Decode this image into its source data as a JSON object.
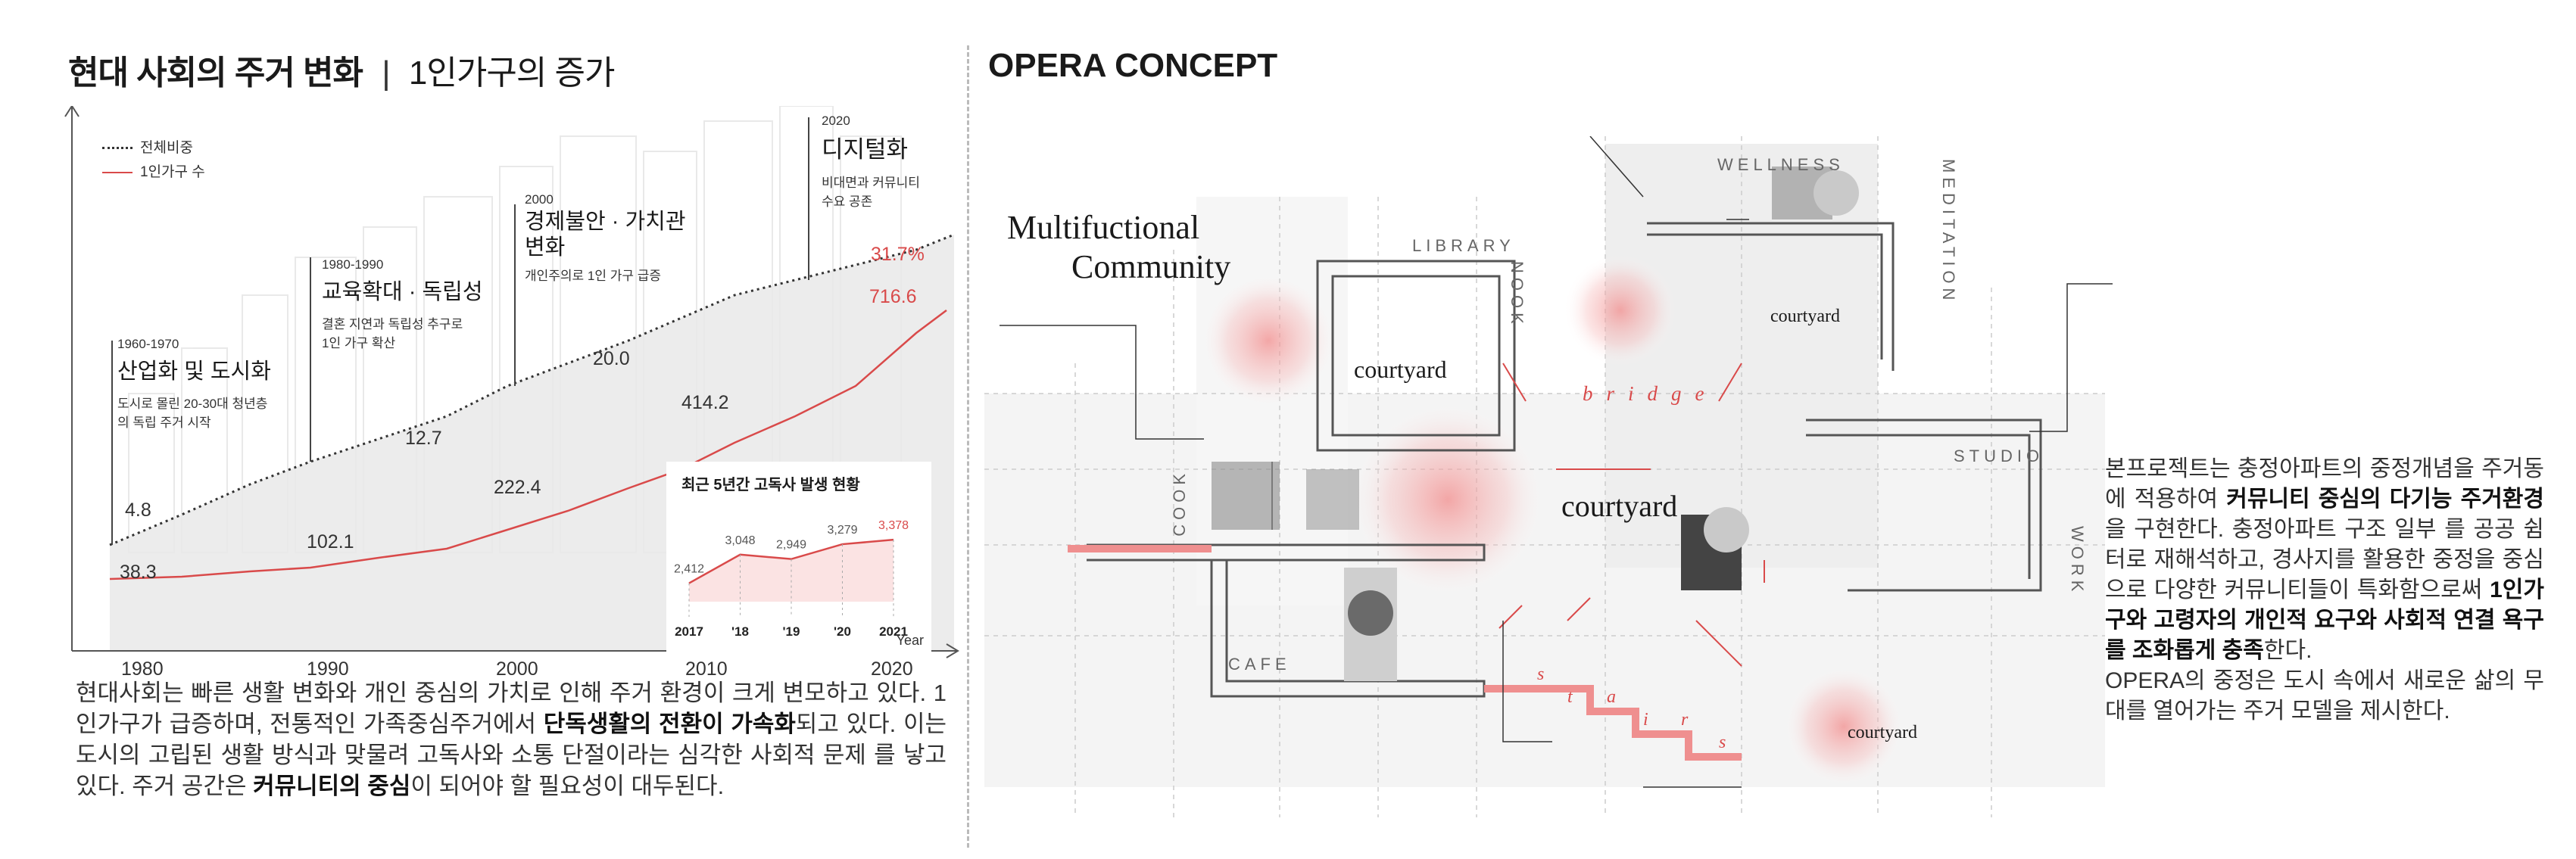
{
  "left": {
    "title": "현대 사회의 주거 변화",
    "subtitle": "1인가구의 증가",
    "legend": [
      {
        "label": "전체비중",
        "style": "dotted"
      },
      {
        "label": "1인가구 수",
        "style": "solid",
        "color": "#d94a4a"
      }
    ],
    "eras": [
      {
        "period": "1960-1970",
        "title": "산업화 및 도시화",
        "desc": [
          "도시로 몰린 20-30대 청년층",
          "의 독립 주거 시작"
        ]
      },
      {
        "period": "1980-1990",
        "title": "교육확대 · 독립성",
        "desc": [
          "결혼 지연과 독립성 추구로",
          "1인 가구 확산"
        ]
      },
      {
        "period": "2000",
        "title": "경제불안 · 가치관 변화",
        "desc": [
          "개인주의로 1인 가구 급증"
        ]
      },
      {
        "period": "2020",
        "title": "디지털화",
        "desc": [
          "비대면과 커뮤니티",
          "수요 공존"
        ]
      }
    ],
    "x_ticks": [
      "1980",
      "1990",
      "2000",
      "2010",
      "2020"
    ],
    "ratio_labels": [
      "4.8",
      "12.7",
      "20.0",
      "31.7%"
    ],
    "count_labels": [
      "38.3",
      "102.1",
      "222.4",
      "414.2",
      "716.6"
    ],
    "inset": {
      "title": "최근 5년간 고독사 발생 현황",
      "x_label": "Year"
    },
    "paragraph": {
      "p1": "현대사회는 빠른 생활 변화와 개인 중심의 가치로 인해 주거 환경이 크게 변모하고 있다. 1인가구가 급증하며, 전통적인 가족중심주거에서 ",
      "b1": "단독생활의 전환이 가속화",
      "p2": "되고 있다. 이는 도시의 고립된 생활 방식과 맞물려 고독사와 소통 단절이라는 심각한 사회적 문제 를 낳고 있다. 주거 공간은 ",
      "b2": "커뮤니티의 중심",
      "p3": "이 되어야 할 필요성이 대두된다."
    }
  },
  "chart_data": {
    "type": "line",
    "title": "최근 5년간 고독사 발생 현황",
    "categories": [
      "2017",
      "'18",
      "'19",
      "'20",
      "2021"
    ],
    "values": [
      2412,
      3048,
      2949,
      3279,
      3378
    ],
    "value_labels": [
      "2,412",
      "3,048",
      "2,949",
      "3,279",
      "3,378"
    ],
    "xlabel": "Year",
    "ylabel": "",
    "ylim": [
      2000,
      3600
    ],
    "color": "#d94a4a"
  },
  "right": {
    "title": "OPERA CONCEPT",
    "diagram_title": [
      "Multifuctional",
      "Community"
    ],
    "zones": {
      "wellness": "WELLNESS",
      "meditation": "MEDITATION",
      "library": "LIBRARY",
      "nook": "NOOK",
      "studio": "STUDIO",
      "work": "WORK",
      "cook": "COOK",
      "cafe": "CAFE",
      "bridge": "bridge",
      "stairs": [
        "s",
        "t",
        "a",
        "i",
        "r",
        "s"
      ]
    },
    "courtyards": [
      "courtyard",
      "courtyard",
      "courtyard",
      "courtyard"
    ],
    "accent_color": "#e86a6a",
    "paragraph": {
      "p1": "본프로젝트는 충정아파트의 중정개념을 주거동에 적용하여 ",
      "b1": "커뮤니티 중심의 다기능 주거환경",
      "p2": "을 구현한다. 충정아파트 구조 일부 를 공공 쉼터로 재해석하고, 경사지를 활용한 중정을 중심으로 다양한 커뮤니티들이 특화함으로써 ",
      "b2": "1인가구와 고령자의 개인적 요구와 사회적 연결 욕구를 조화롭게 충족",
      "p3": "한다.",
      "p4": "OPERA의 중정은 도시 속에서 새로운 삶의 무대를 열어가는 주거 모델을 제시한다."
    }
  }
}
